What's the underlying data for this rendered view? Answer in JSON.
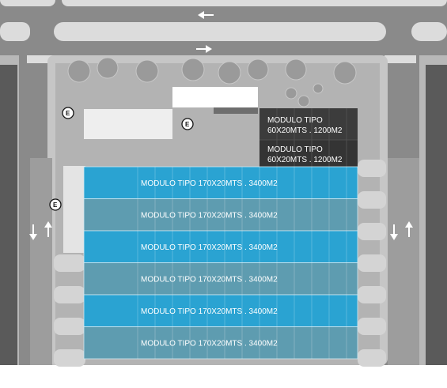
{
  "site_plan": {
    "parking_sign": "E",
    "small_modules": [
      {
        "line1": "MODULO TIPO",
        "line2": "60X20MTS . 1200M2"
      },
      {
        "line1": "MODULO TIPO",
        "line2": "60X20MTS . 1200M2"
      }
    ],
    "large_modules": [
      {
        "label": "MODULO TIPO 170X20MTS . 3400M2",
        "style": "highlight"
      },
      {
        "label": "MODULO TIPO 170X20MTS . 3400M2",
        "style": "muted"
      },
      {
        "label": "MODULO TIPO 170X20MTS . 3400M2",
        "style": "highlight"
      },
      {
        "label": "MODULO TIPO 170X20MTS . 3400M2",
        "style": "muted"
      },
      {
        "label": "MODULO TIPO 170X20MTS . 3400M2",
        "style": "highlight"
      },
      {
        "label": "MODULO TIPO 170X20MTS . 3400M2",
        "style": "muted"
      }
    ]
  },
  "colors": {
    "road": "#8a8a8a",
    "sidewalk": "#c4c4c4",
    "lot": "#b3b3b3",
    "building_dark": "#3c3c3c",
    "module_highlight": "#2aa3d2",
    "module_muted": "#5e9cb0",
    "tree": "#9a9a9a"
  }
}
